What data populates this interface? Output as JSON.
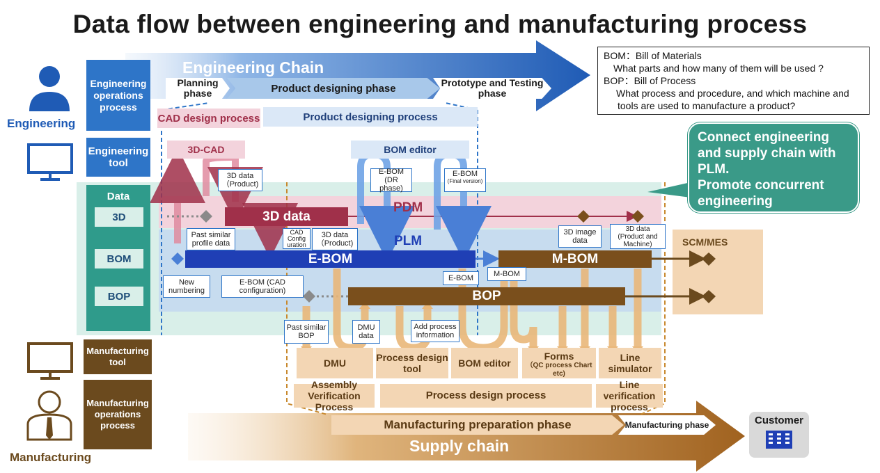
{
  "title": "Data flow between engineering and manufacturing process",
  "left": {
    "engineering_label": "Engineering",
    "manufacturing_label": "Manufacturing",
    "eng_ops": "Engineering operations process",
    "eng_tool": "Engineering tool",
    "data": "Data",
    "d3": "3D",
    "bom": "BOM",
    "bop": "BOP",
    "mfg_tool": "Manufacturing tool",
    "mfg_ops": "Manufacturing operations process"
  },
  "engineering_chain": {
    "label": "Engineering Chain",
    "phases": [
      "Planning phase",
      "Product designing phase",
      "Prototype and Testing phase"
    ]
  },
  "processes": {
    "cad_design": "CAD design process",
    "product_designing": "Product designing process",
    "cad3d": "3D-CAD",
    "bom_editor": "BOM editor"
  },
  "legend": {
    "bom_title": "BOM：Bill of Materials",
    "bom_desc": "What parts and how many of them will be used ?",
    "bop_title": "BOP：Bill of Process",
    "bop_desc1": "What process and procedure, and which machine and",
    "bop_desc2": "tools are used to manufacture a product?"
  },
  "callout": {
    "line1": "Connect engineering and supply chain with PLM.",
    "line2": "Promote concurrent engineering"
  },
  "bands": {
    "pdm": "PDM",
    "plm": "PLM",
    "data3d": "3D data",
    "ebom": "E-BOM",
    "mbom": "M-BOM",
    "bop": "BOP",
    "scm": "SCM/MES"
  },
  "labels": {
    "l3d_product": "3D data（Product)",
    "past_profile": "Past similar profile data",
    "cad_config": "CAD Config uration",
    "l3d_product2": "3D data（Product)",
    "ebom_dr": "E-BOM (DR phase)",
    "ebom_final": "E-BOM",
    "ebom_final2": "(Final version)",
    "image_data": "3D image data",
    "data_prod_machine": "3D data (Product and Machine)",
    "new_numbering": "New numbering",
    "ebom_cad": "E-BOM (CAD configuration)",
    "ebom_small": "E-BOM",
    "mbom_small": "M-BOM",
    "past_bop": "Past similar BOP",
    "dmu_data": "DMU data",
    "add_process": "Add process information"
  },
  "tools": {
    "dmu": "DMU",
    "process_design_tool": "Process design tool",
    "bom_editor2": "BOM editor",
    "forms": "Forms",
    "forms_sub": "（QC process Chart etc)",
    "line_sim": "Line simulator"
  },
  "mfg_processes": {
    "assembly": "Assembly Verification Process",
    "process_design": "Process design process",
    "line_verif": "Line verification process"
  },
  "supply_chain": {
    "label": "Supply chain",
    "prep_phase": "Manufacturing preparation phase",
    "mfg_phase": "Manufacturing phase",
    "customer": "Customer"
  },
  "colors": {
    "eng_blue": "#2e75c8",
    "teal": "#2f9b8b",
    "mfg_brown": "#6b4a1e",
    "pdm_crimson": "#a0304a",
    "ebom_navy": "#1f3fb5",
    "bop_brown": "#7a4f1c",
    "tan": "#f3d6b4"
  }
}
